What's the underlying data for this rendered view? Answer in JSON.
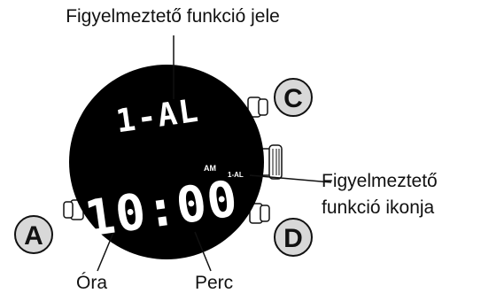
{
  "labels": {
    "alarm_function_sign": "Figyelmeztető funkció jele",
    "alarm_function_icon_line1": "Figyelmeztető",
    "alarm_function_icon_line2": "funkció ikonja",
    "hour": "Óra",
    "minute": "Perc"
  },
  "display": {
    "mode_text": "1-AL",
    "am_indicator": "AM",
    "alarm_icon_text": "1-AL",
    "time": "10:00"
  },
  "buttons": {
    "a": "A",
    "c": "C",
    "d": "D"
  },
  "colors": {
    "dial": "#000000",
    "segment": "#ffffff",
    "button_fill": "#d8d8d8",
    "outline": "#111111"
  }
}
